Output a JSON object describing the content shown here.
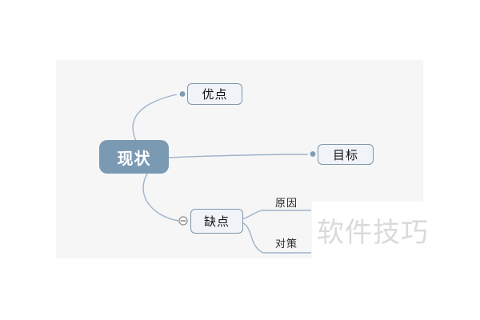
{
  "diagram": {
    "type": "mindmap",
    "root": {
      "label": "现状"
    },
    "topics": [
      {
        "label": "优点",
        "style": "boxed",
        "position": "top-right"
      },
      {
        "label": "目标",
        "style": "boxed",
        "position": "right"
      },
      {
        "label": "缺点",
        "style": "boxed",
        "position": "bottom-right",
        "collapse_icon": "minus",
        "children": [
          {
            "label": "原因",
            "style": "line"
          },
          {
            "label": "对策",
            "style": "line"
          }
        ]
      }
    ]
  },
  "watermark": {
    "text": "软件技巧"
  },
  "colors": {
    "canvas_background": "#f6f6f7",
    "page_background": "#ffffff",
    "root_fill": "#7a9ab4",
    "root_text": "#ffffff",
    "child_fill": "#f0f4f9",
    "child_border": "#8195a9",
    "child_text": "#141414",
    "connector_line": "#9fb3c8",
    "connector_dot": "#7d9cb5",
    "collapse_icon_stroke": "#8d8d8d",
    "watermark_text": "#d9dadc"
  }
}
